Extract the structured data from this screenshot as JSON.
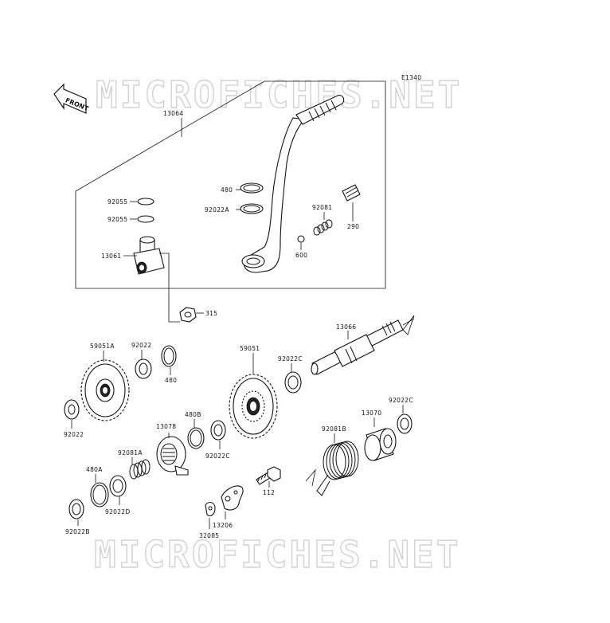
{
  "diagram_code": "E1340",
  "watermark_top": "MICROFICHES.NET",
  "watermark_bottom": "MICROFICHES.NET",
  "front_badge": "FRONT",
  "labels": {
    "p13064": "13064",
    "p92055a": "92055",
    "p92055b": "92055",
    "p13061": "13061",
    "p480a": "480",
    "p92022A": "92022A",
    "p92081": "92081",
    "p290": "290",
    "p600": "600",
    "p315": "315",
    "p13066": "13066",
    "p59051A": "59051A",
    "p92022a": "92022",
    "p480b": "480",
    "p59051": "59051",
    "p92022C_top": "92022C",
    "p92022b": "92022",
    "p13078": "13078",
    "p480B": "480B",
    "p92022C_mid": "92022C",
    "p92081B": "92081B",
    "p13070": "13070",
    "p92022C_right": "92022C",
    "p92081A": "92081A",
    "p480A": "480A",
    "p92022D": "92022D",
    "p92022B": "92022B",
    "p112": "112",
    "p13206": "13206",
    "p32085": "32085"
  }
}
